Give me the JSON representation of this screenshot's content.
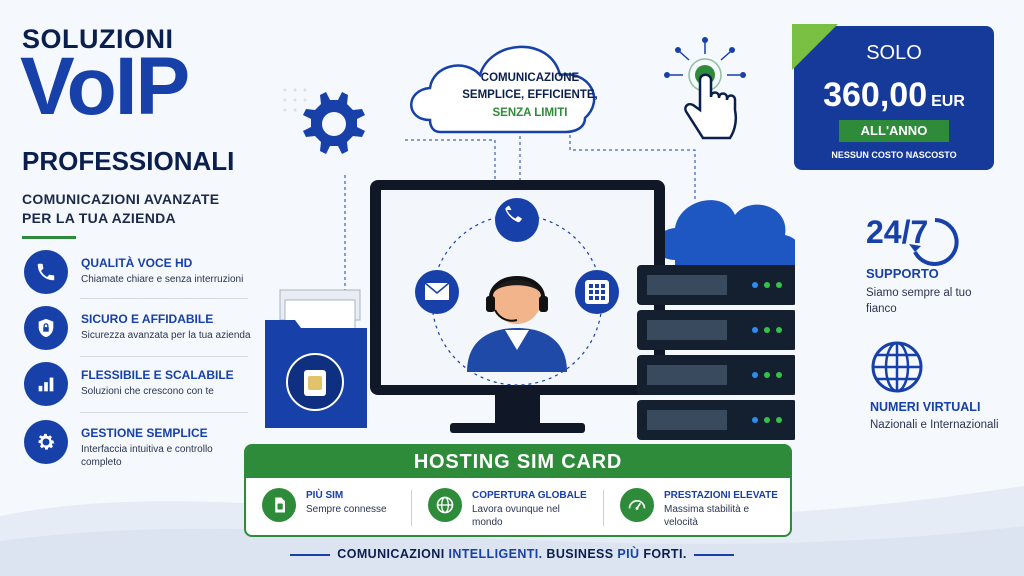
{
  "header": {
    "line1": "SOLUZIONI",
    "line2": "VoIP",
    "line3": "PROFESSIONALI",
    "subtitle": "COMUNICAZIONI AVANZATE PER LA TUA AZIENDA"
  },
  "features": [
    {
      "title": "QUALITÀ VOCE HD",
      "desc": "Chiamate chiare e senza interruzioni",
      "icon": "phone-icon"
    },
    {
      "title": "SICURO E AFFIDABILE",
      "desc": "Sicurezza avanzata per la tua azienda",
      "icon": "shield-lock-icon"
    },
    {
      "title": "FLESSIBILE E SCALABILE",
      "desc": "Soluzioni che crescono con te",
      "icon": "bar-chart-icon"
    },
    {
      "title": "GESTIONE SEMPLICE",
      "desc": "Interfaccia intuitiva e controllo completo",
      "icon": "gear-icon"
    }
  ],
  "cloud": {
    "line1": "COMUNICAZIONE",
    "line2": "SEMPLICE, EFFICIENTE,",
    "line3": "SENZA LIMITI"
  },
  "price": {
    "solo": "SOLO",
    "amount": "360,00",
    "currency": "EUR",
    "period": "ALL'ANNO",
    "note": "NESSUN COSTO NASCOSTO"
  },
  "support": {
    "big": "24/7",
    "title": "SUPPORTO",
    "desc": "Siamo sempre al tuo fianco"
  },
  "numbers": {
    "title": "NUMERI VIRTUALI",
    "desc": "Nazionali e Internazionali"
  },
  "hosting": {
    "title": "HOSTING SIM CARD",
    "items": [
      {
        "title": "PIÙ SIM",
        "desc": "Sempre connesse",
        "icon": "sim-icon"
      },
      {
        "title": "COPERTURA GLOBALE",
        "desc": "Lavora ovunque nel mondo",
        "icon": "globe-icon"
      },
      {
        "title": "PRESTAZIONI ELEVATE",
        "desc": "Massima stabilità e velocità",
        "icon": "speedometer-icon"
      }
    ]
  },
  "tagline": {
    "part1": "COMUNICAZIONI",
    "part2": "INTELLIGENTI.",
    "part3": "BUSINESS",
    "part4": "PIÙ",
    "part5": "FORTI."
  },
  "colors": {
    "primary": "#1740a8",
    "green": "#2e8b3a",
    "dark": "#0b1f4f"
  }
}
